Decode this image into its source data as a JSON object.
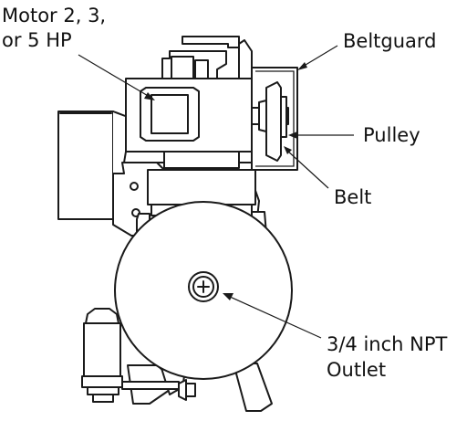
{
  "labels": {
    "motor_line1": "Motor 2, 3,",
    "motor_line2": "or 5 HP",
    "beltguard": "Beltguard",
    "pulley": "Pulley",
    "belt": "Belt",
    "outlet_line1": "3/4 inch NPT",
    "outlet_line2": "Outlet"
  },
  "colors": {
    "line": "#1a1a1a",
    "background": "#ffffff"
  }
}
